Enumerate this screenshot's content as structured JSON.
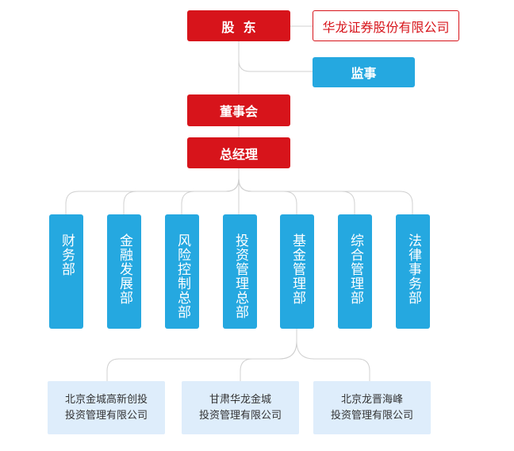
{
  "top": {
    "shareholders": "股  东",
    "parent_company": "华龙证券股份有限公司",
    "supervisor": "监事",
    "board": "董事会",
    "general_manager": "总经理"
  },
  "departments": [
    "财务部",
    "金融发展部",
    "风险控制总部",
    "投资管理总部",
    "基金管理部",
    "综合管理部",
    "法律事务部"
  ],
  "subsidiaries": [
    {
      "line1": "北京金城高新创投",
      "line2": "投资管理有限公司"
    },
    {
      "line1": "甘肃华龙金城",
      "line2": "投资管理有限公司"
    },
    {
      "line1": "北京龙晋海峰",
      "line2": "投资管理有限公司"
    }
  ],
  "colors": {
    "primary_red": "#d7141b",
    "dept_blue": "#25a8e0",
    "subsidiary_bg": "#deedfb",
    "connector": "#d0d0d0"
  }
}
